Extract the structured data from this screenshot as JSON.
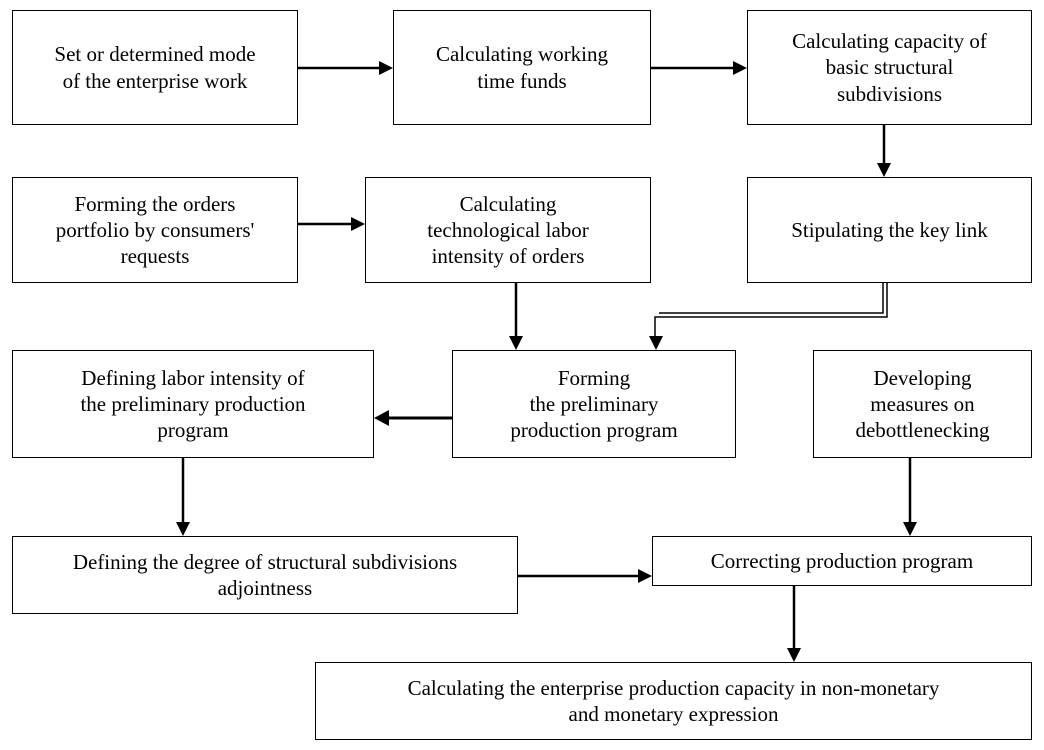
{
  "nodes": {
    "set_mode": "Set or determined mode\nof the enterprise work",
    "working_time": "Calculating working\ntime funds",
    "capacity_basic": "Calculating capacity of\nbasic structural\nsubdivisions",
    "orders_portfolio": "Forming the orders\nportfolio by consumers'\nrequests",
    "tech_labor": "Calculating\ntechnological labor\nintensity of orders",
    "key_link": "Stipulating the key link",
    "labor_prelim": "Defining labor intensity of\nthe preliminary production\nprogram",
    "forming_prelim": "Forming\nthe preliminary\nproduction program",
    "debottlenecking": "Developing\nmeasures on\ndebottlenecking",
    "adjointness": "Defining the degree of structural subdivisions\nadjointness",
    "correcting": "Correcting production program",
    "enterprise_capacity": "Calculating the enterprise production capacity in non-monetary\nand monetary expression"
  }
}
